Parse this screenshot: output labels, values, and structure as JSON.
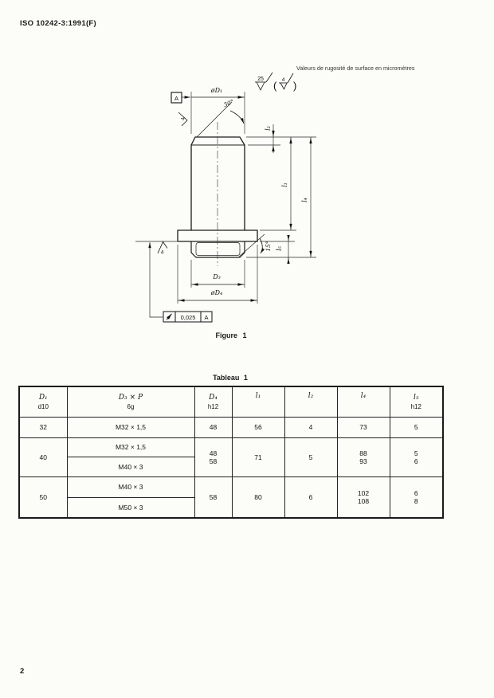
{
  "page": {
    "header": "ISO 10242-3:1991(F)",
    "page_number": "2"
  },
  "figure": {
    "note": "Valeurs de rugosité de surface en micromètres",
    "caption": "Figure 1",
    "roughness_spec": {
      "main_value": "25",
      "open_paren": "(",
      "paren_value": "4",
      "close_paren": ")"
    },
    "labels": {
      "datum": "A",
      "diameter_d1": "øD₁",
      "angle_top": "30°",
      "l2": "l₂",
      "l1": "l₁",
      "l4": "l₄",
      "l5": "l₅",
      "angle_bottom": "15°",
      "d3": "D₃",
      "diameter_d4": "øD₄",
      "roughness_side": "4",
      "roughness_bottom": "4"
    },
    "tolerance": {
      "value": "0,025",
      "datum": "A"
    }
  },
  "table": {
    "title": "Tableau 1",
    "columns": [
      {
        "sym": "D₁",
        "tol": "d10"
      },
      {
        "sym": "D₃ × P",
        "tol": "6g"
      },
      {
        "sym": "D₄",
        "tol": "h12"
      },
      {
        "sym": "l₁",
        "tol": ""
      },
      {
        "sym": "l₂",
        "tol": ""
      },
      {
        "sym": "l₄",
        "tol": ""
      },
      {
        "sym": "l₅",
        "tol": "h12"
      }
    ],
    "r1": {
      "d1": "32",
      "thread": "M32 × 1,5",
      "d4": "48",
      "l1": "56",
      "l2": "4",
      "l4": "73",
      "l5": "5"
    },
    "g40": {
      "d1": "40",
      "thread_a": "M32 × 1,5",
      "thread_b": "M40 × 3",
      "d4_a": "48",
      "d4_b": "58",
      "l1": "71",
      "l2": "5",
      "l4_a": "88",
      "l4_b": "93",
      "l5_a": "5",
      "l5_b": "6"
    },
    "g50": {
      "d1": "50",
      "thread_a": "M40 × 3",
      "thread_b": "M50 × 3",
      "d4": "58",
      "l1": "80",
      "l2": "6",
      "l4_a": "102",
      "l4_b": "108",
      "l5_a": "6",
      "l5_b": "8"
    }
  }
}
